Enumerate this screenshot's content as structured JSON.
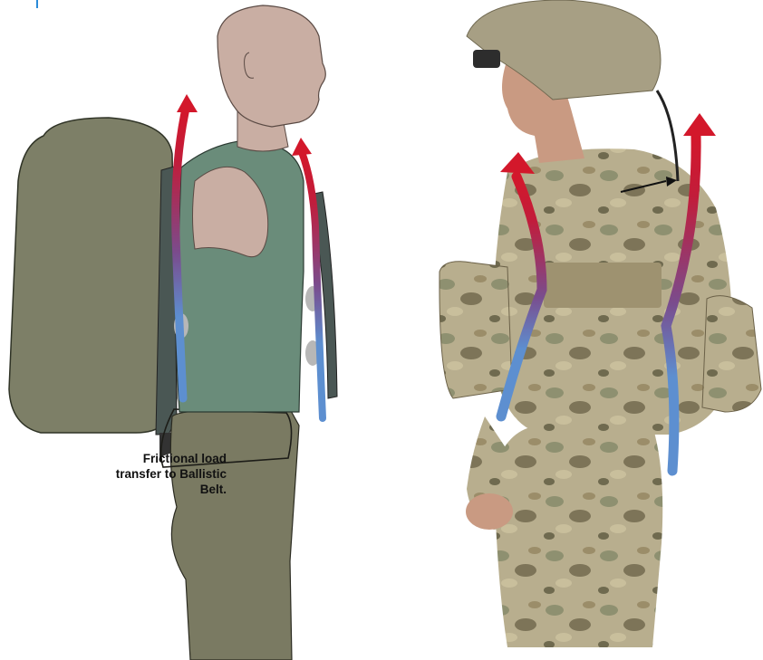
{
  "callout": {
    "lines": [
      "Frictional load",
      "transfer to Ballistic",
      "Belt."
    ]
  },
  "colors": {
    "pack": "#7d7f67",
    "pack_outline": "#2f3326",
    "frame_dark": "#4a5754",
    "torso_shirt": "#6a8c7a",
    "skin": "#c9aea3",
    "pants": "#7a7a62",
    "arrow_red": "#d3182b",
    "arrow_purple": "#7a4c8d",
    "arrow_blue": "#5d8fd0",
    "camo_base": "#b8ae8e",
    "camo_dark": "#7d7458",
    "camo_green": "#8e9070",
    "helmet": "#a79f84"
  },
  "icons": [
    "load-path-arrow-icon"
  ]
}
